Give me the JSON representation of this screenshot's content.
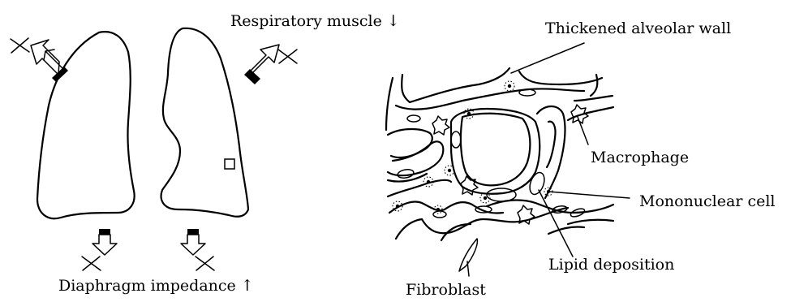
{
  "labels": {
    "respiratory_muscle": "Respiratory muscle ↓",
    "thickened_alveolar_wall": "Thickened alveolar wall",
    "macrophage": "Macrophage",
    "mononuclear_cell": "Mononuclear cell",
    "lipid_deposition": "Lipid deposition",
    "fibroblast": "Fibroblast",
    "diaphragm_impedance": "Diaphragm impedance ↑"
  }
}
